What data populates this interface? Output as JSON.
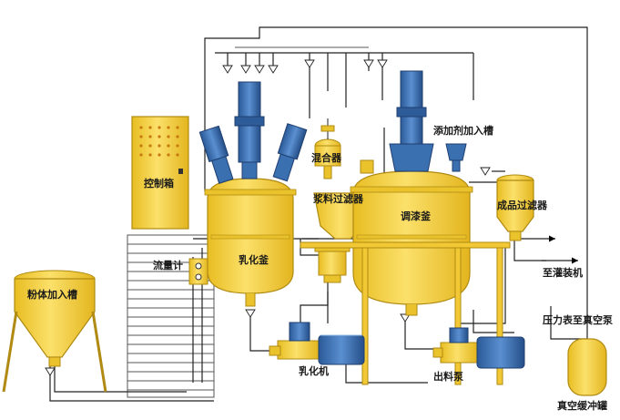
{
  "labels": {
    "powder_tank": "粉体加入槽",
    "control_box": "控制箱",
    "flowmeter": "流量计",
    "emulsify_kettle": "乳化釜",
    "mixer": "混合器",
    "slurry_filter": "浆料过滤器",
    "blending_kettle": "调漆釜",
    "additive_tank": "添加剂加入槽",
    "product_filter": "成品过滤器",
    "to_filling": "至灌装机",
    "gauge_vacuum_pump": "压力表至真空泵",
    "emulsifier_machine": "乳化机",
    "discharge_pump": "出料泵",
    "vacuum_buffer_tank": "真空缓冲罐"
  },
  "colors": {
    "vessel": "#f7d13b",
    "vessel_stroke": "#b08a12",
    "motor": "#3a6fb0",
    "motor_dark": "#1f3f70",
    "pipe": "#222222",
    "grid_line": "#555555",
    "arrow": "#000000"
  }
}
